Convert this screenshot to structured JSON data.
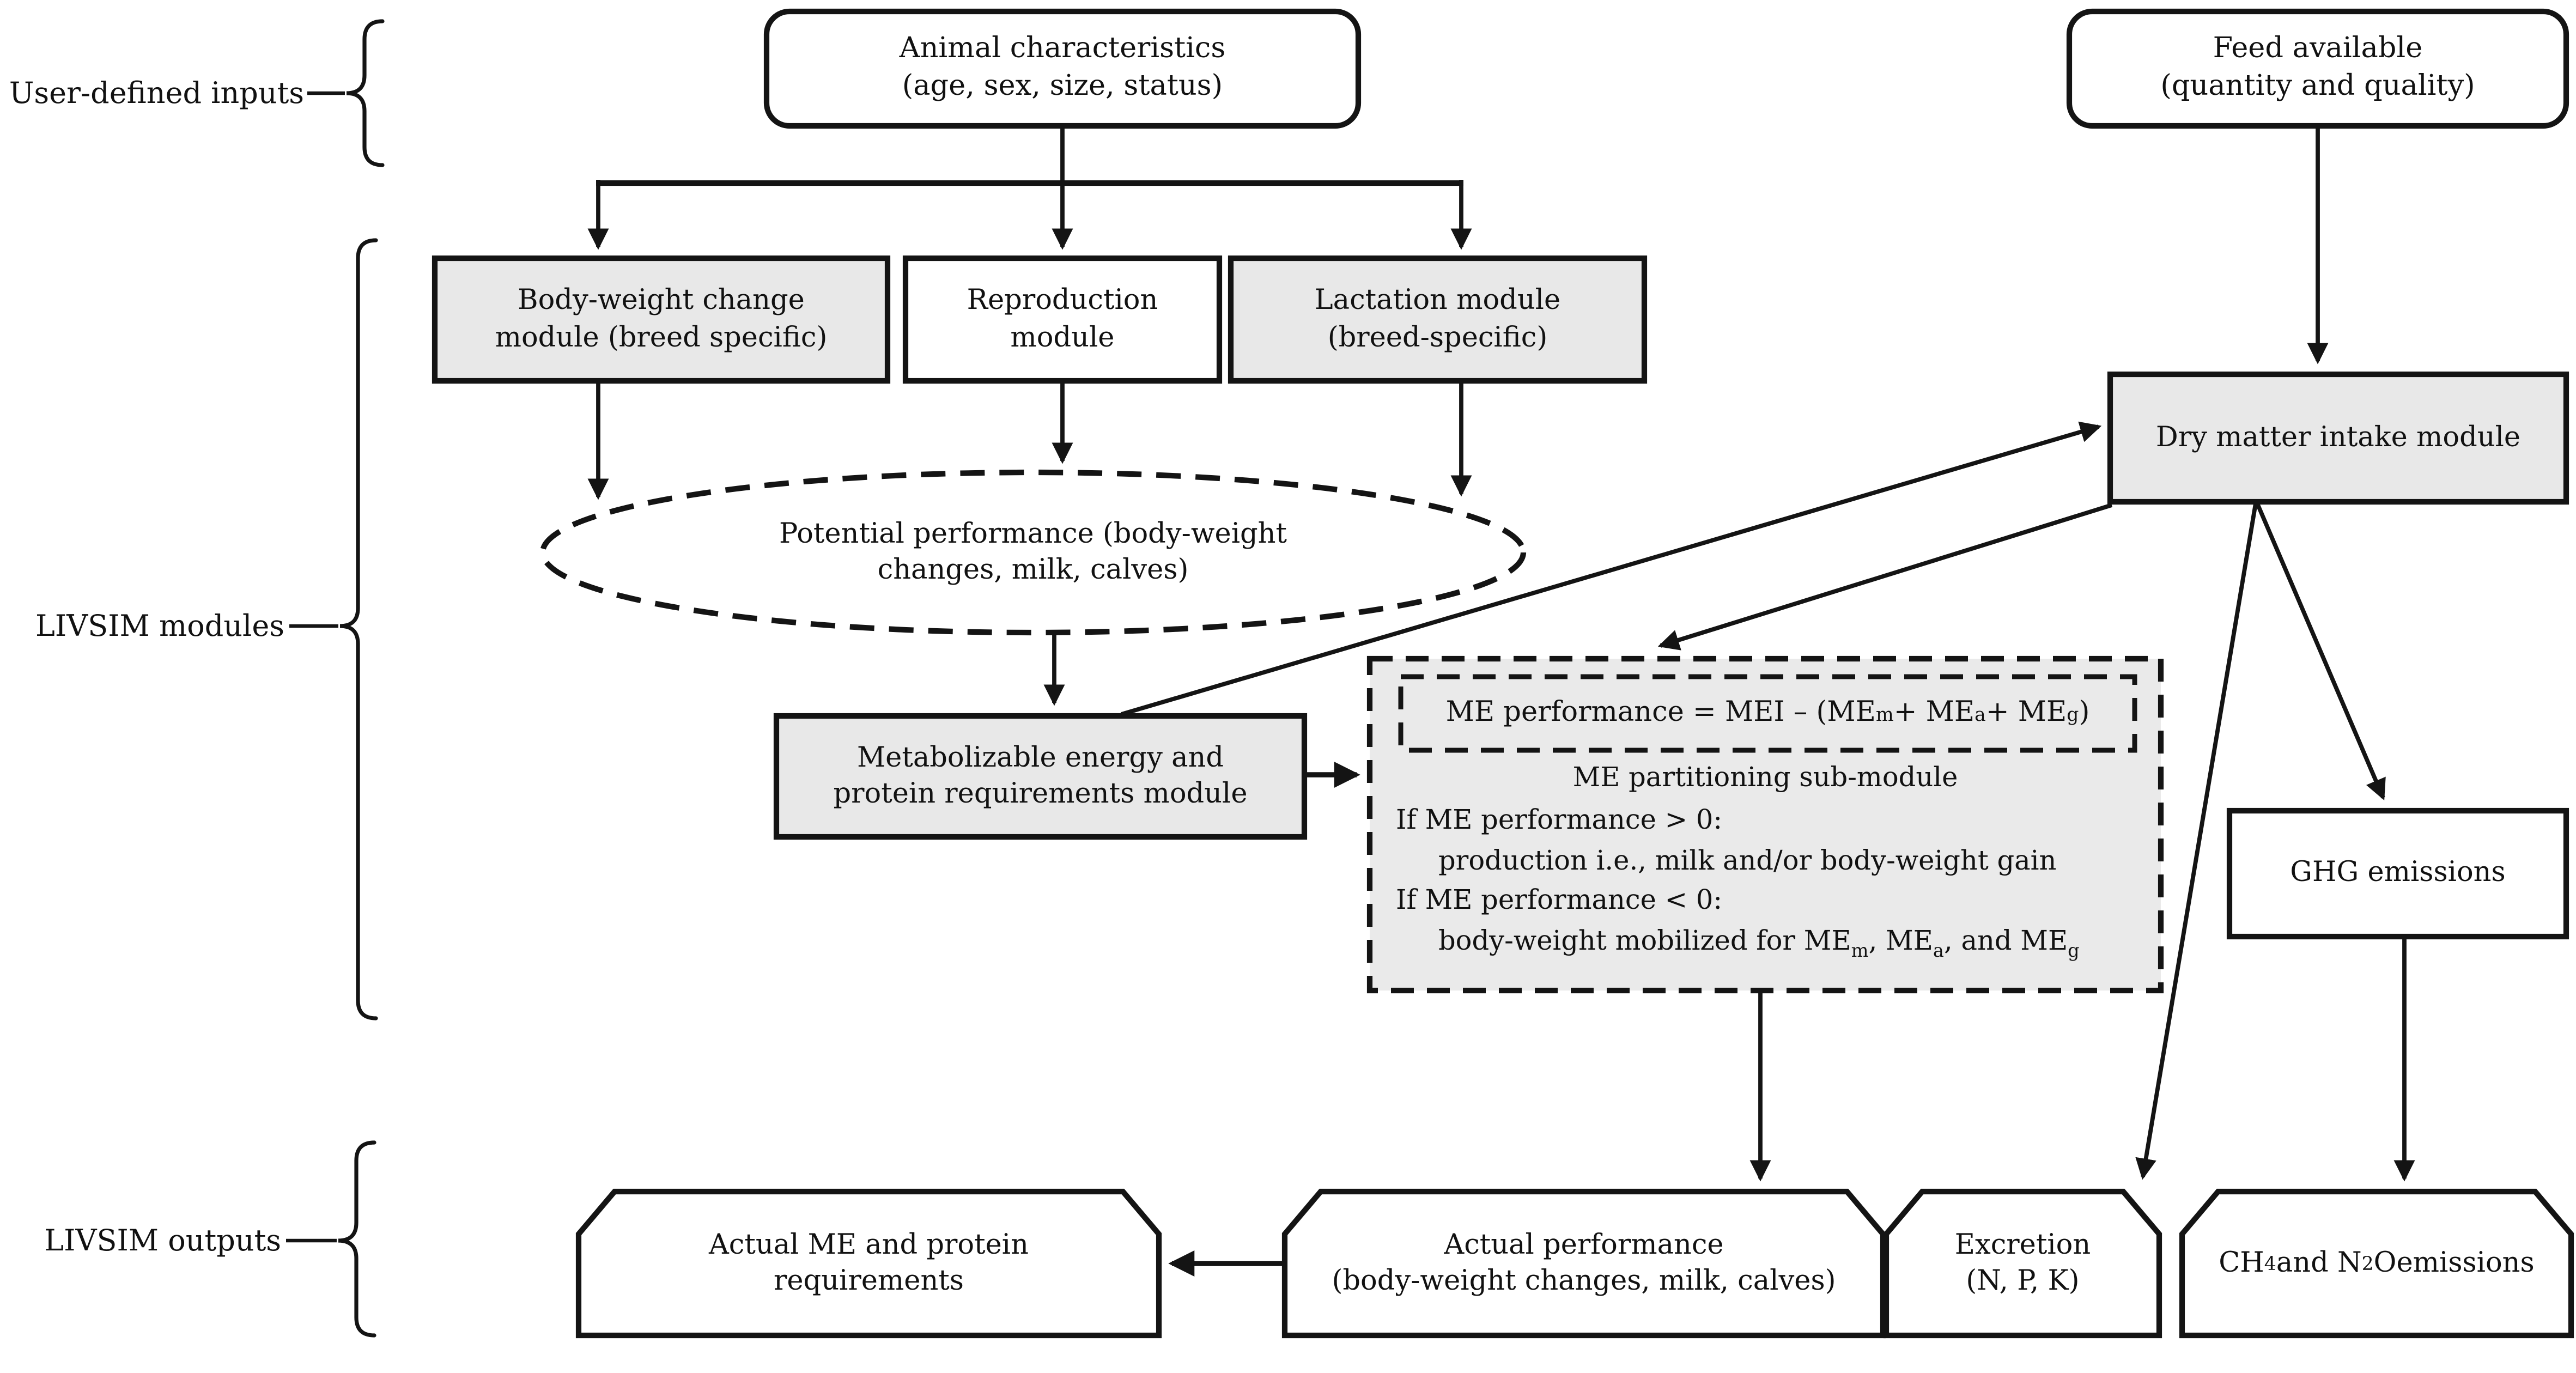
{
  "figure": {
    "group_labels": {
      "inputs": "User-defined inputs",
      "modules": "LIVSIM modules",
      "outputs": "LIVSIM outputs"
    },
    "nodes": {
      "animal": {
        "lines": [
          "Animal characteristics",
          "(age, sex, size, status)"
        ]
      },
      "feed": {
        "lines": [
          "Feed available",
          "(quantity and quality)"
        ]
      },
      "body_weight": {
        "lines": [
          "Body-weight change",
          "module (breed specific)"
        ]
      },
      "reproduction": {
        "lines": [
          "Reproduction",
          "module"
        ]
      },
      "lactation": {
        "lines": [
          "Lactation module",
          "(breed-specific)"
        ]
      },
      "potential_performance": {
        "lines": [
          "Potential performance (body-weight",
          "changes, milk, calves)"
        ]
      },
      "dry_matter_intake": {
        "lines": [
          "Dry matter intake module"
        ]
      },
      "metabolizable_energy": {
        "lines": [
          "Metabolizable energy and",
          "protein requirements module"
        ]
      },
      "me_formula": {
        "segments": [
          {
            "t": "ME performance = MEI – (ME"
          },
          {
            "t": "m",
            "sub": true
          },
          {
            "t": " + ME"
          },
          {
            "t": "a",
            "sub": true
          },
          {
            "t": " + ME"
          },
          {
            "t": "g",
            "sub": true
          },
          {
            "t": ")"
          }
        ]
      },
      "me_partitioning": {
        "title": "ME partitioning sub-module",
        "line1": "If ME performance > 0:",
        "line2": "production i.e., milk and/or body-weight gain",
        "line3": "If ME performance < 0:",
        "line4_segments": [
          {
            "t": "body-weight mobilized for ME"
          },
          {
            "t": "m",
            "sub": true
          },
          {
            "t": ", ME"
          },
          {
            "t": "a",
            "sub": true
          },
          {
            "t": ", and ME"
          },
          {
            "t": "g",
            "sub": true
          }
        ]
      },
      "ghg": {
        "lines": [
          "GHG emissions"
        ]
      },
      "actual_me": {
        "lines": [
          "Actual ME and protein",
          "requirements"
        ]
      },
      "actual_performance": {
        "lines": [
          "Actual performance",
          "(body-weight changes, milk, calves)"
        ]
      },
      "excretion": {
        "lines": [
          "Excretion",
          "(N, P, K)"
        ]
      },
      "ch4_n2o": {
        "segments": [
          {
            "t": "CH"
          },
          {
            "t": "4",
            "sub": true
          },
          {
            "t": " and N"
          },
          {
            "t": "2",
            "sub": true
          },
          {
            "t": "O"
          },
          {
            "br": true
          },
          {
            "t": "emissions"
          }
        ]
      }
    },
    "colors": {
      "module_fill": "#e8e8e8",
      "dashed_fill": "#eaeaea",
      "white_fill": "#ffffff",
      "line_color": "#141414"
    }
  }
}
